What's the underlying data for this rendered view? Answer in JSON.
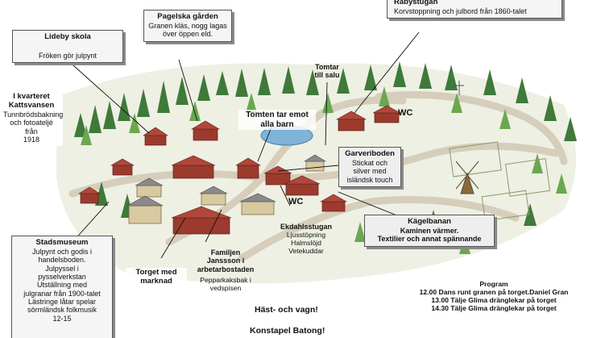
{
  "callouts": {
    "lideby": {
      "title": "Lideby skola",
      "desc": "Fröken gör julpynt"
    },
    "pagelska": {
      "title": "Pagelska gården",
      "desc": "Granen kläs, nogg lagas\növer öppen eld."
    },
    "rabystugan": {
      "title": "Råbystugan",
      "desc": "Korvstoppning och julbord från 1860-talet"
    },
    "kattsvansen": {
      "title": "I kvarteret\nKattsvansen",
      "desc": "Tunnbrödsbakning\noch fotoateljé från\n1918"
    },
    "garveriboden": {
      "title": "Garveriboden",
      "desc": "Stickat och\nsilver med\nisländsk touch"
    },
    "kagelbanan": {
      "title": "Kägelbanan",
      "desc": "Kaminen värmer.\nTextilier och annat spännande"
    },
    "stadsmuseum": {
      "title": "Stadsmuseum",
      "desc": "Julpynt och godis i\nhandelsboden.\nJulpyssel i\npysselverkstan\nUtställning med\njulgranar från 1900-talet\nLästringe låtar spelar\nsörmländsk folkmusik\n12-15"
    }
  },
  "labels": {
    "tomtar": "Tomtar\ntill salu",
    "tomten": "Tomten tar emot\nalla barn",
    "torget": "Torget med\nmarknad",
    "familjen_title": "Familjen\nJanssson i\narbetarbostaden",
    "familjen_desc": "Pepparkaksbak i\nvedspisen",
    "ekdahl_title": "Ekdahlsstugan",
    "ekdahl_desc": "Ljusstöpning\nHalmslöjd\nVetekuddar"
  },
  "wc_label": "WC",
  "footer": {
    "horse": "Häst- och vagn!",
    "konstapel": "Konstapel Batong!"
  },
  "program": {
    "title": "Program",
    "lines": [
      "12.00 Dans runt granen på torget.Daniel Gran",
      "13.00 Tälje Glima dränglekar på torget",
      "14.30 Tälje Glima dränglekar på torget"
    ]
  },
  "colors": {
    "tree_dark": "#3f7a3a",
    "tree_light": "#6aa84f",
    "roof_red": "#b0473a",
    "wall_red": "#9c3a2e",
    "path": "#d9d2c3",
    "ground": "#eef0e4",
    "pond": "#7fb3d9"
  }
}
